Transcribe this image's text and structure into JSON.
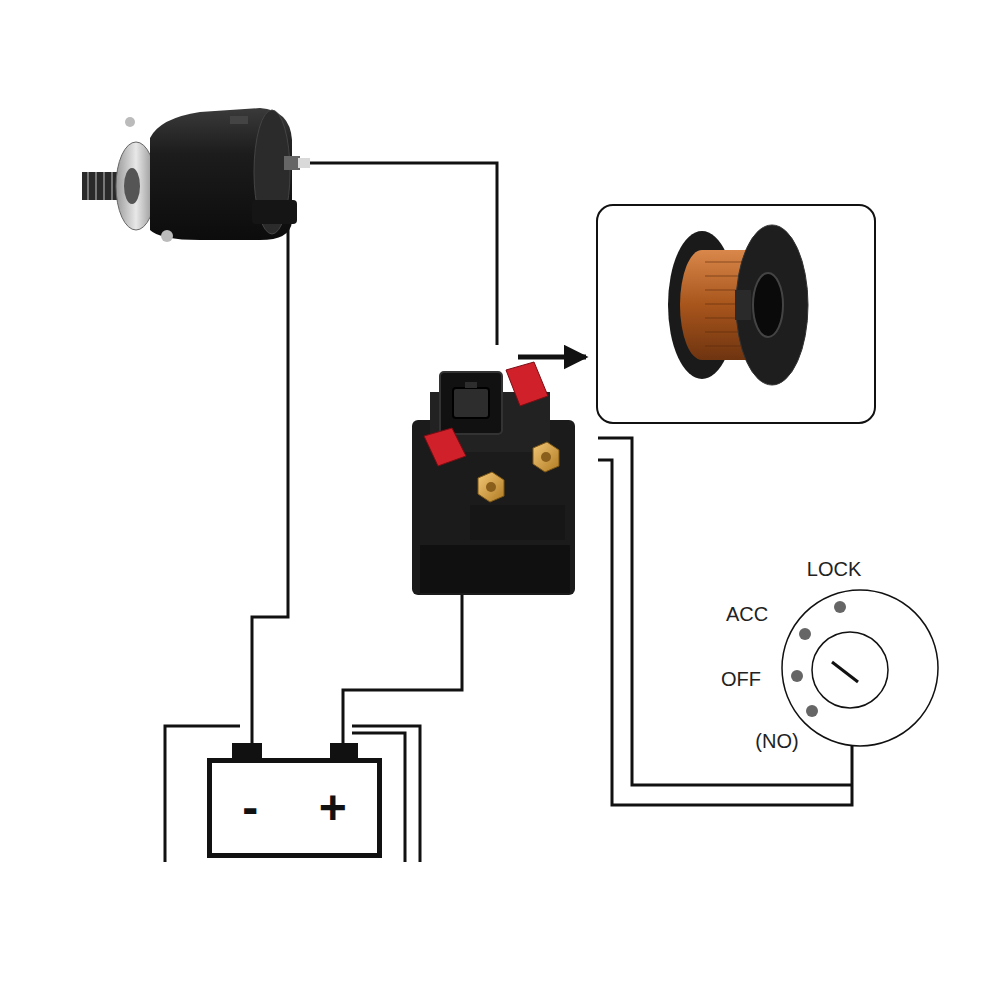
{
  "diagram": {
    "nodes": [
      {
        "text": [
          "-",
          "+"
        ]
      }
    ],
    "labels": [
      "LOCK",
      "ACC",
      "OFF",
      "(NO)"
    ]
  }
}
